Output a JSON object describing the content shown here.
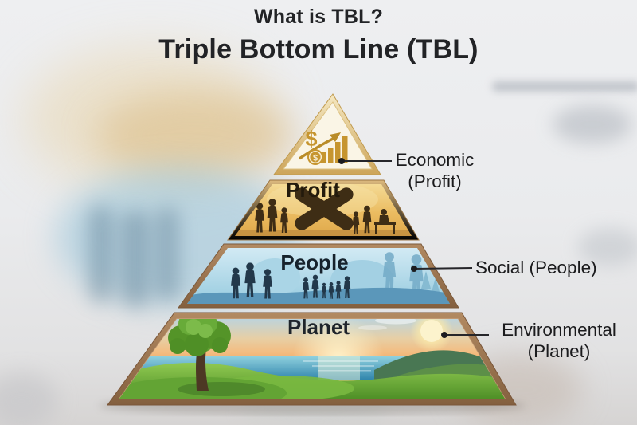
{
  "header": {
    "question": "What is TBL?",
    "title": "Triple Bottom Line (TBL)"
  },
  "pyramid": {
    "tiers": [
      {
        "name": "economic",
        "icon": "dollar-growth-chart-icon"
      },
      {
        "name": "profit",
        "label": "Profit"
      },
      {
        "name": "people",
        "label": "People"
      },
      {
        "name": "planet",
        "label": "Planet"
      }
    ],
    "economic_icon": {
      "dollar_main": "$",
      "dollar_coin": "$"
    }
  },
  "callouts": [
    {
      "target": "economic",
      "line1": "Economic",
      "line2": "(Profit)"
    },
    {
      "target": "social",
      "line1": "Social (People)"
    },
    {
      "target": "environmental",
      "line1": "Environmental",
      "line2": "(Planet)"
    }
  ],
  "colors": {
    "gold_accent": "#c6952f",
    "profit_amber": "#eab95e",
    "people_blue": "#a9d4e6",
    "planet_green": "#5d9e31",
    "frame_brown": "#9b7354",
    "text": "#1d1d1f",
    "background": "#e9eaec"
  }
}
